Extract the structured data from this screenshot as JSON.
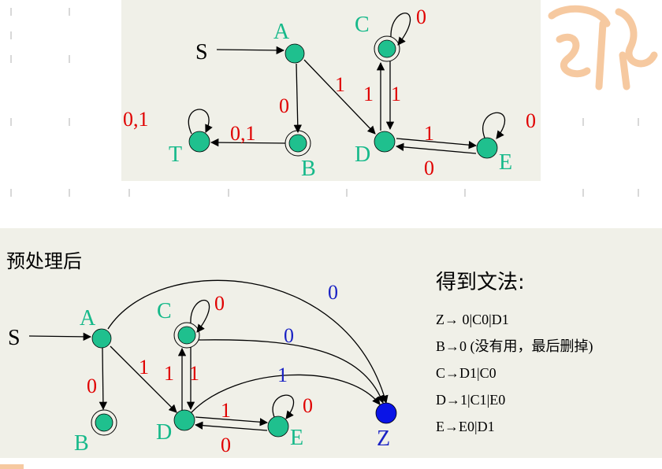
{
  "colors": {
    "node": "#1fc08e",
    "final_node": "#0a14e6",
    "label_green": "#16b98a",
    "label_red": "#e00000",
    "label_blue": "#1a22c4"
  },
  "top": {
    "start_label": "S",
    "node_labels": {
      "A": "A",
      "B": "B",
      "C": "C",
      "D": "D",
      "E": "E",
      "T": "T"
    },
    "edge_labels": {
      "a_b": "0",
      "a_d": "1",
      "b_t": "0,1",
      "t_loop": "0,1",
      "c_loop": "0",
      "d_c": "1",
      "c_d": "1",
      "d_e": "1",
      "e_d": "0",
      "e_loop": "0"
    }
  },
  "bottom": {
    "heading": "预处理后",
    "start_label": "S",
    "node_labels": {
      "A": "A",
      "B": "B",
      "C": "C",
      "D": "D",
      "E": "E",
      "Z": "Z"
    },
    "edge_labels": {
      "a_b": "0",
      "a_d": "1",
      "a_z": "0",
      "c_loop": "0",
      "c_z": "0",
      "d_c": "1",
      "c_d": "1",
      "d_z": "1",
      "d_e": "1",
      "e_d": "0",
      "e_loop": "0"
    }
  },
  "grammar": {
    "title": "得到文法:",
    "rules": [
      "Z→ 0|C0|D1",
      "B→0 (没有用，最后删掉)",
      "C→D1|C0",
      "D→1|C1|E0",
      "E→E0|D1"
    ]
  }
}
